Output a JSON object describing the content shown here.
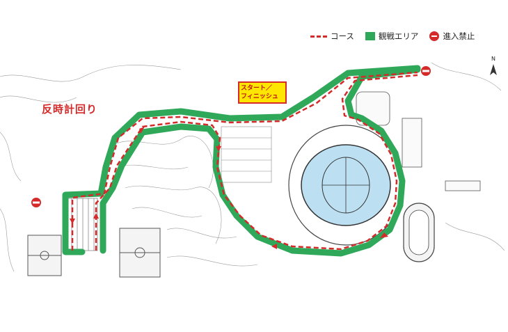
{
  "legend": {
    "course": "コース",
    "viewing_area": "観戦エリア",
    "no_entry": "進入禁止"
  },
  "map": {
    "direction_label": "反時計回り",
    "start_finish": [
      "スタート／",
      "フィニッシュ"
    ],
    "north": "N"
  },
  "colors": {
    "course": "#d42a2a",
    "viewing_area": "#2fa959",
    "no_entry": "#d42a2a",
    "start_box_fill": "#ffe600",
    "stadium_field": "#bcdff2"
  }
}
